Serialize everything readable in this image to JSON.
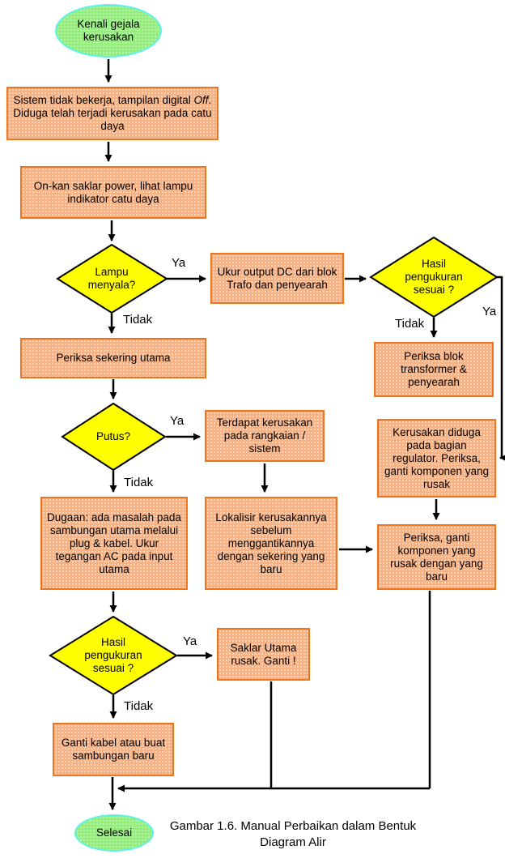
{
  "diagram": {
    "kind": "flowchart",
    "language": "Indonesian",
    "caption": {
      "line1": "Gambar 1.6. Manual Perbaikan dalam Bentuk",
      "line2": "Diagram Alir"
    },
    "colors": {
      "terminal_fill": "#94ED7D",
      "terminal_border": "#5CF2EA",
      "process_fill": "#F7B183",
      "process_border": "#EE7420",
      "decision_fill": "#FFFF00",
      "decision_border": "#000000",
      "line": "#000000",
      "text": "#000000"
    },
    "nodes": {
      "start": {
        "label": "Kenali gejala kerusakan"
      },
      "sistem": {
        "text_before": "Sistem tidak bekerja, tampilan digital ",
        "italic_word": "Off",
        "text_after": ". Diduga telah terjadi kerusakan pada catu daya"
      },
      "onkan": {
        "label": "On-kan saklar power, lihat lampu indikator catu daya"
      },
      "lampu": {
        "label": "Lampu menyala?"
      },
      "ukur": {
        "label": "Ukur output DC dari blok Trafo dan penyearah"
      },
      "hasil1": {
        "label": "Hasil pengukuran sesuai ?"
      },
      "periksa_blok": {
        "label": "Periksa blok transformer & penyearah"
      },
      "periksa_sekering": {
        "label": "Periksa sekering utama"
      },
      "putus": {
        "label": "Putus?"
      },
      "terdapat": {
        "label": "Terdapat kerusakan pada rangkaian / sistem"
      },
      "kerusakan_diduga": {
        "label": "Kerusakan diduga pada bagian regulator. Periksa, ganti komponen yang rusak"
      },
      "dugaan": {
        "label": "Dugaan: ada masalah pada sambungan utama melalui plug & kabel. Ukur tegangan AC pada input utama"
      },
      "lokalisir": {
        "label": "Lokalisir kerusakannya sebelum menggantikannya dengan sekering yang baru"
      },
      "periksa_ganti": {
        "label": "Periksa, ganti komponen yang rusak dengan yang baru"
      },
      "hasil2": {
        "label": "Hasil pengukuran sesuai ?"
      },
      "saklar": {
        "label": "Saklar Utama rusak. Ganti !"
      },
      "ganti_kabel": {
        "label": "Ganti kabel atau buat sambungan baru"
      },
      "end": {
        "label": "Selesai"
      }
    },
    "edge_labels": {
      "lampu_ya": "Ya",
      "lampu_tidak": "Tidak",
      "hasil1_ya": "Ya",
      "hasil1_tidak": "Tidak",
      "putus_ya": "Ya",
      "putus_tidak": "Tidak",
      "hasil2_ya": "Ya",
      "hasil2_tidak": "Tidak"
    }
  }
}
